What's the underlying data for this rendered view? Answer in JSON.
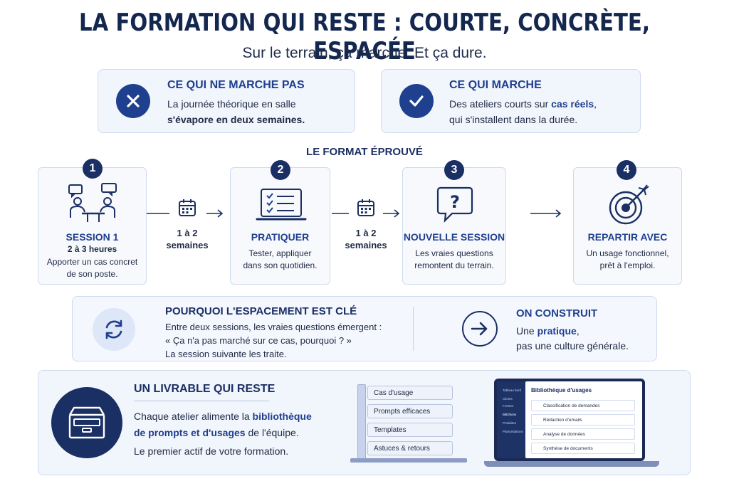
{
  "title": "LA FORMATION QUI RESTE : COURTE, CONCRÈTE, ESPACÉE",
  "subtitle": "Sur le terrain, ça marche. Et ça dure.",
  "bad": {
    "heading": "CE QUI NE MARCHE PAS",
    "line1": "La journée théorique en salle",
    "line2": "s'évapore en deux semaines."
  },
  "good": {
    "heading": "CE QUI MARCHE",
    "line1_pre": "Des ateliers courts sur ",
    "line1_accent": "cas réels",
    "line1_post": ",",
    "line2": "qui s'installent dans la durée."
  },
  "format_heading": "LE FORMAT ÉPROUVÉ",
  "steps": [
    {
      "num": "1",
      "title": "SESSION 1",
      "sub": "2 à 3 heures",
      "text1": "Apporter un cas concret",
      "text2": "de son poste."
    },
    {
      "num": "2",
      "title": "PRATIQUER",
      "text1": "Tester, appliquer",
      "text2": "dans son quotidien."
    },
    {
      "num": "3",
      "title": "NOUVELLE SESSION",
      "text1": "Les vraies questions",
      "text2": "remontent du terrain."
    },
    {
      "num": "4",
      "title": "REPARTIR AVEC",
      "text1": "Un usage fonctionnel,",
      "text2": "prêt à l'emploi."
    }
  ],
  "gaps": [
    {
      "line1": "1 à 2",
      "line2": "semaines"
    },
    {
      "line1": "1 à 2",
      "line2": "semaines"
    }
  ],
  "why": {
    "heading": "POURQUOI L'ESPACEMENT EST CLÉ",
    "line1": "Entre deux sessions, les vraies questions émergent :",
    "line2": "« Ça n'a pas marché sur ce cas, pourquoi ? »",
    "line3": "La session suivante les traite."
  },
  "build": {
    "heading": "ON CONSTRUIT",
    "line1_pre": "Une ",
    "line1_accent": "pratique",
    "line1_post": ",",
    "line2": "pas une culture générale."
  },
  "deliverable": {
    "heading": "UN LIVRABLE QUI RESTE",
    "line1_pre": "Chaque atelier alimente la ",
    "line1_accent": "bibliothèque",
    "line2_accent": "de prompts et d'usages",
    "line2_post": " de l'équipe.",
    "line3": "Le premier actif de votre formation."
  },
  "shelves": [
    "Cas d'usage",
    "Prompts efficaces",
    "Templates",
    "Astuces & retours"
  ],
  "library": {
    "title": "Bibliothèque d'usages",
    "rows": [
      "Classification de demandes",
      "Rédaction d'emails",
      "Analyse de données",
      "Synthèse de documents"
    ],
    "sidebar": [
      "Tableau bord",
      "Clients",
      "Frentes",
      "Biitchions",
      "Produites",
      "Pantomtations"
    ]
  },
  "colors": {
    "navy": "#1a2f63",
    "blue": "#1f3f8f",
    "card_bg": "#f1f5fc",
    "border": "#cfdaf0"
  }
}
